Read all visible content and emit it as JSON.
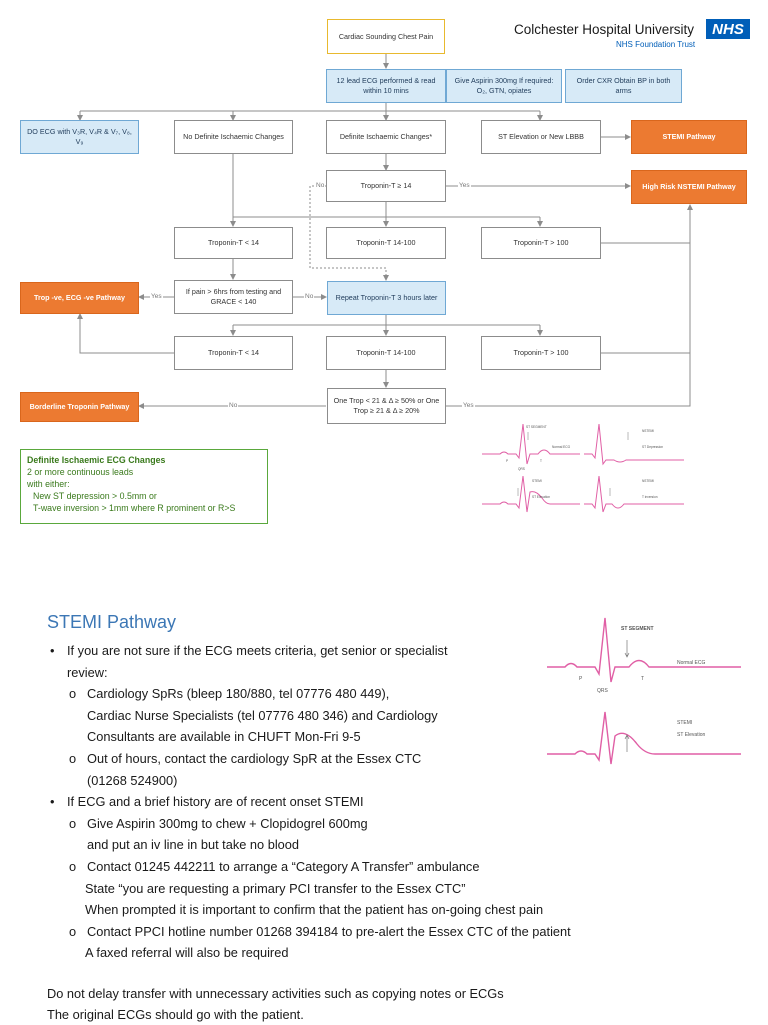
{
  "header": {
    "org_name": "Colchester Hospital University",
    "trust": "NHS Foundation Trust",
    "nhs_logo": "NHS"
  },
  "flowchart": {
    "start": "Cardiac Sounding Chest Pain",
    "ecg_performed": "12 lead ECG performed & read within 10 mins",
    "aspirin": "Give Aspirin 300mg If required: O₂, GTN, opiates",
    "cxr": "Order CXR Obtain BP in both arms",
    "do_ecg": "DO ECG with V₃R, V₄R & V₇, V₈, V₉",
    "no_definite": "No Definite Ischaemic Changes",
    "definite": "Definite Ischaemic Changes*",
    "st_elevation": "ST Elevation or New LBBB",
    "stemi_pathway": "STEMI Pathway",
    "trop_ge14": "Troponin-T ≥ 14",
    "high_risk": "High Risk NSTEMI Pathway",
    "trop_lt14_a": "Troponin-T < 14",
    "trop_14_100_a": "Troponin-T 14-100",
    "trop_gt100_a": "Troponin-T > 100",
    "pain_check": "If pain > 6hrs from testing and GRACE < 140",
    "trop_neg": "Trop -ve, ECG -ve Pathway",
    "repeat_trop": "Repeat Troponin-T 3 hours later",
    "trop_lt14_b": "Troponin-T < 14",
    "trop_14_100_b": "Troponin-T 14-100",
    "trop_gt100_b": "Troponin-T > 100",
    "one_trop": "One Trop < 21 & Δ ≥ 50% or One Trop ≥ 21 & Δ ≥ 20%",
    "borderline": "Borderline Troponin Pathway",
    "labels": {
      "yes": "Yes",
      "no": "No"
    }
  },
  "definition_box": {
    "title": "Definite Ischaemic ECG Changes",
    "line1": "2 or more continuous leads",
    "line2": "with either:",
    "line3": "New ST depression > 0.5mm or",
    "line4": "T-wave inversion > 1mm where R prominent or R>S"
  },
  "ecg_figure": {
    "st_segment": "ST SEGMENT",
    "normal_ecg": "Normal ECG",
    "p": "P",
    "qrs": "QRS",
    "t": "T",
    "stemi": "STEMI",
    "st_elevation": "ST Elevation",
    "nstemi": "NSTEMI",
    "st_depression": "ST Depression",
    "nstemi2": "NSTEMI",
    "t_inversion": "T inversion"
  },
  "stemi_section": {
    "title": "STEMI Pathway",
    "bullet1_a": "If you are not sure if the ECG meets criteria, get senior or specialist",
    "bullet1_b": "review:",
    "sub1_a": "Cardiology SpRs (bleep 180/880, tel 07776 480 449),",
    "sub1_b": "Cardiac Nurse Specialists (tel 07776 480 346) and Cardiology",
    "sub1_c": "Consultants are available in CHUFT Mon-Fri 9-5",
    "sub2_a": "Out of hours, contact the cardiology SpR at the Essex CTC",
    "sub2_b": "(01268 524900)",
    "bullet2": "If ECG and a brief history are of recent onset STEMI",
    "sub3_a": "Give Aspirin 300mg to chew + Clopidogrel 600mg",
    "sub3_b": "and put an iv line in but take no blood",
    "sub4_a": "Contact 01245 442211 to arrange a “Category A Transfer” ambulance",
    "sub4_b": "State “you are requesting a primary PCI transfer to the Essex CTC”",
    "sub4_c": "When prompted it is important to confirm that the patient has on-going chest pain",
    "sub5_a": "Contact PPCI hotline number 01268 394184 to pre-alert the Essex CTC of the patient",
    "sub5_b": "A faxed referral will also be required",
    "footer1": "Do not delay transfer with unnecessary activities such as copying notes or ECGs",
    "footer2": "The original ECGs should go with the patient."
  }
}
